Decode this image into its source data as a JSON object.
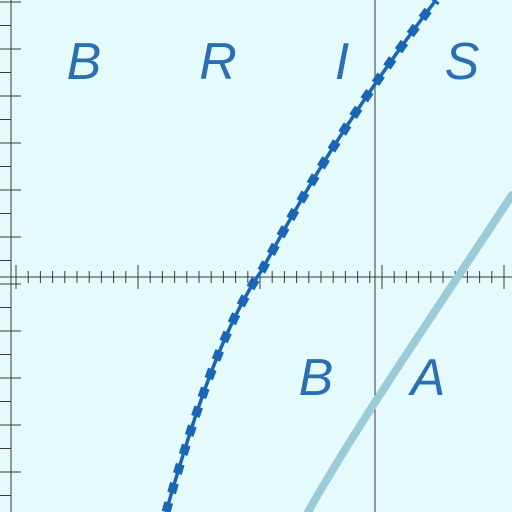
{
  "map": {
    "background_color": "#e5fafb",
    "grid_line_color": "#3a3a3a",
    "labels": [
      {
        "id": "l-b1",
        "text": "B"
      },
      {
        "id": "l-r",
        "text": "R"
      },
      {
        "id": "l-i",
        "text": "I"
      },
      {
        "id": "l-s",
        "text": "S"
      },
      {
        "id": "l-b2",
        "text": "B"
      },
      {
        "id": "l-a",
        "text": "A"
      }
    ],
    "label_color": "#2b6fb3",
    "route_major": {
      "name": "dark-blue-road",
      "style": "solid-with-dashed-casing",
      "color": "#1a66b5"
    },
    "route_minor": {
      "name": "light-blue-road",
      "style": "solid",
      "color": "#9ccbd8"
    }
  }
}
